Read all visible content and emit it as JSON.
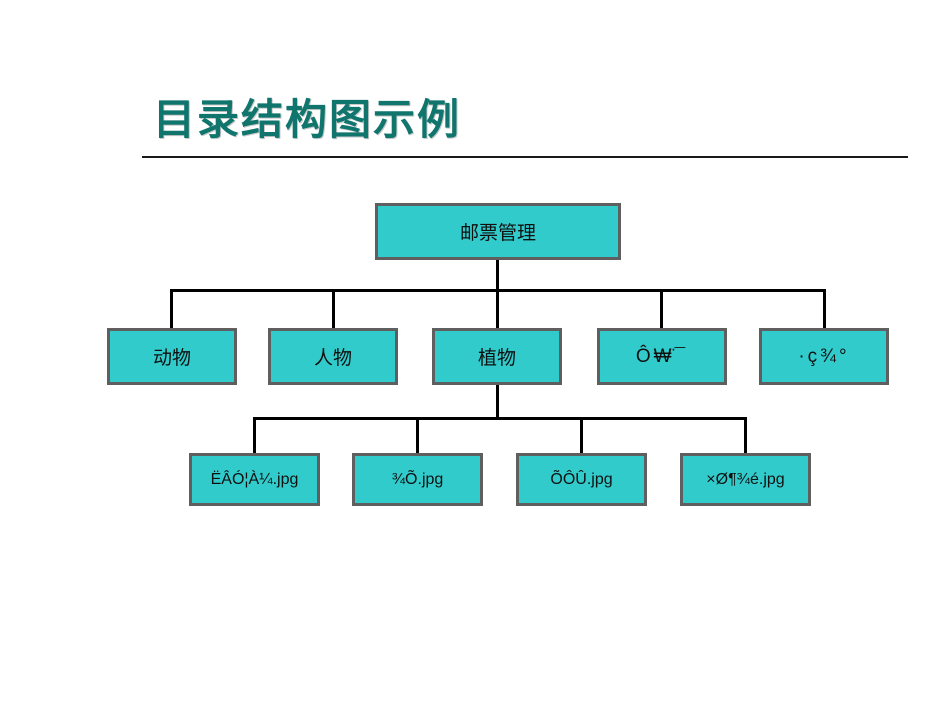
{
  "slide": {
    "title": "目录结构图示例"
  },
  "diagram": {
    "root": {
      "label": "邮票管理"
    },
    "level2": [
      {
        "label": "动物"
      },
      {
        "label": "人物"
      },
      {
        "label": "植物"
      },
      {
        "label": "Ô₩̈¯"
      },
      {
        "label": "·ç¾°"
      }
    ],
    "level3": [
      {
        "label": "ËÂÓ¦À¼.jpg"
      },
      {
        "label": "¾Õ.jpg"
      },
      {
        "label": "ÕÔÛ.jpg"
      },
      {
        "label": "×Ø¶¾é.jpg"
      }
    ]
  },
  "colors": {
    "title": "#0f756d",
    "node_fill": "#31cbcb",
    "node_border": "#5f5f5f",
    "connector": "#000000",
    "background": "#ffffff"
  }
}
